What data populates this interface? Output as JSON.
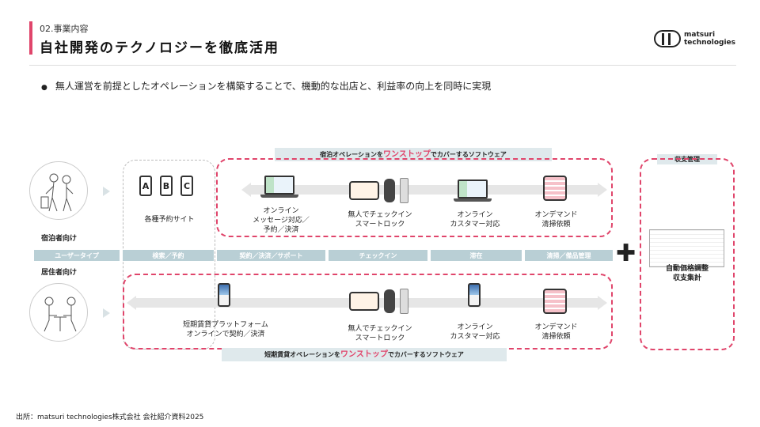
{
  "header": {
    "section": "02.事業内容",
    "title": "自社開発のテクノロジーを徹底活用",
    "logo_line1": "matsuri",
    "logo_line2": "technologies"
  },
  "bullet": "無人運営を前提としたオペレーションを構築することで、機動的な出店と、利益率の向上を同時に実現",
  "top_banner": {
    "pre": "宿泊オペレーションを",
    "hl": "ワンストップ",
    "post": "でカバーするソフトウェア"
  },
  "bottom_banner": {
    "pre": "短期賃貸オペレーションを",
    "hl": "ワンストップ",
    "post": "でカバーするソフトウェア"
  },
  "revenue_banner": "収支管理",
  "users": {
    "lodging": "宿泊者向け",
    "resident": "居住者向け"
  },
  "booking_sites": {
    "letters": [
      "A",
      "B",
      "C"
    ],
    "label": "各種予約サイト"
  },
  "strips": [
    "ユーザータイプ",
    "検索／予約",
    "契約／決済／サポート",
    "チェックイン",
    "滞在",
    "清掃／備品管理"
  ],
  "top_nodes": [
    {
      "label": "オンライン\nメッセージ対応／\n予約／決済"
    },
    {
      "label": "無人でチェックイン\nスマートロック"
    },
    {
      "label": "オンライン\nカスタマー対応"
    },
    {
      "label": "オンデマンド\n清掃依頼"
    }
  ],
  "bottom_nodes": [
    {
      "label": "短期賃貸プラットフォーム\nオンラインで契約／決済"
    },
    {
      "label": "無人でチェックイン\nスマートロック"
    },
    {
      "label": "オンライン\nカスタマー対応"
    },
    {
      "label": "オンデマンド\n清掃依頼"
    }
  ],
  "revenue_label": "自動価格調整\n収支集計",
  "plus": "✚",
  "footer": "出所：matsuri technologies株式会社 会社紹介資料2025"
}
